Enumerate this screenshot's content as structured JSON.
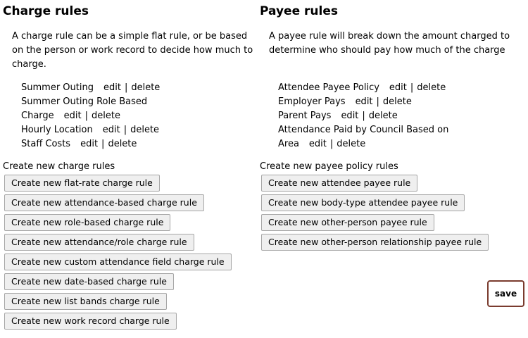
{
  "charge": {
    "title": "Charge rules",
    "description": "A charge rule can be a simple flat rule, or be based on the person or work record to decide how much to charge.",
    "rules": [
      {
        "name": "Summer Outing",
        "edit": "edit",
        "sep": "|",
        "delete": "delete"
      },
      {
        "name": "Summer Outing Role Based Charge",
        "edit": "edit",
        "sep": "|",
        "delete": "delete"
      },
      {
        "name": "Hourly Location",
        "edit": "edit",
        "sep": "|",
        "delete": "delete"
      },
      {
        "name": "Staff Costs",
        "edit": "edit",
        "sep": "|",
        "delete": "delete"
      }
    ],
    "create_label": "Create new charge rules",
    "buttons": [
      "Create new flat-rate charge rule",
      "Create new attendance-based charge rule",
      "Create new role-based charge rule",
      "Create new attendance/role charge rule",
      "Create new custom attendance field charge rule",
      "Create new date-based charge rule",
      "Create new list bands charge rule",
      "Create new work record charge rule"
    ]
  },
  "payee": {
    "title": "Payee rules",
    "description": "A payee rule will break down the amount charged to determine who should pay how much of the charge",
    "rules": [
      {
        "name": "Attendee Payee Policy",
        "edit": "edit",
        "sep": "|",
        "delete": "delete"
      },
      {
        "name": "Employer Pays",
        "edit": "edit",
        "sep": "|",
        "delete": "delete"
      },
      {
        "name": "Parent Pays",
        "edit": "edit",
        "sep": "|",
        "delete": "delete"
      },
      {
        "name": "Attendance Paid by Council Based on Area",
        "edit": "edit",
        "sep": "|",
        "delete": "delete"
      }
    ],
    "create_label": "Create new payee policy rules",
    "buttons": [
      "Create new attendee payee rule",
      "Create new body-type attendee payee rule",
      "Create new other-person payee rule",
      "Create new other-person relationship payee rule"
    ]
  },
  "save_label": "save",
  "colors": {
    "save_border": "#7a3b2e",
    "button_bg": "#efefef",
    "button_border": "#a6a6a6"
  }
}
